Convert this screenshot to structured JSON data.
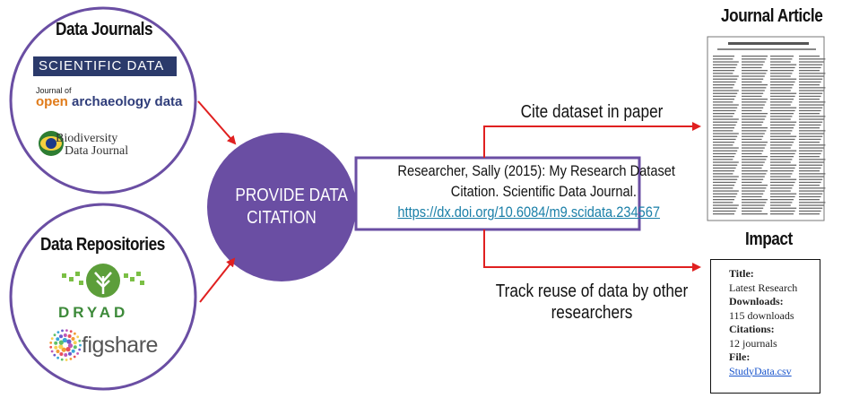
{
  "data_journals": {
    "heading": "Data Journals",
    "logos": {
      "scientific_data": "SCIENTIFIC DATA",
      "open_archaeology_small": "Journal of",
      "open_archaeology_open": "open",
      "open_archaeology_rest": " archaeology data",
      "biodiversity_line1": "Biodiversity",
      "biodiversity_line2": "Data Journal"
    }
  },
  "data_repositories": {
    "heading": "Data Repositories",
    "logos": {
      "dryad": "DRYAD",
      "figshare": "figshare"
    }
  },
  "center": {
    "line1": "PROVIDE DATA",
    "line2": "CITATION"
  },
  "citation": {
    "line1": "Researcher, Sally (2015): My Research Dataset",
    "line2": "Citation. Scientific Data Journal.",
    "link": "https://dx.doi.org/10.6084/m9.scidata.234567"
  },
  "branches": {
    "cite_label": "Cite dataset in paper",
    "track_line1": "Track reuse of data by other",
    "track_line2": "researchers"
  },
  "journal_article": {
    "heading": "Journal Article"
  },
  "impact": {
    "heading": "Impact",
    "title_label": "Title:",
    "title_value": "Latest Research",
    "downloads_label": "Downloads:",
    "downloads_value": "115 downloads",
    "citations_label": "Citations:",
    "citations_value": "12 journals",
    "file_label": "File:",
    "file_value": "StudyData.csv"
  },
  "colors": {
    "circle": "#6a4ea3",
    "arrow": "#e02020",
    "link": "#1a7fa8"
  }
}
